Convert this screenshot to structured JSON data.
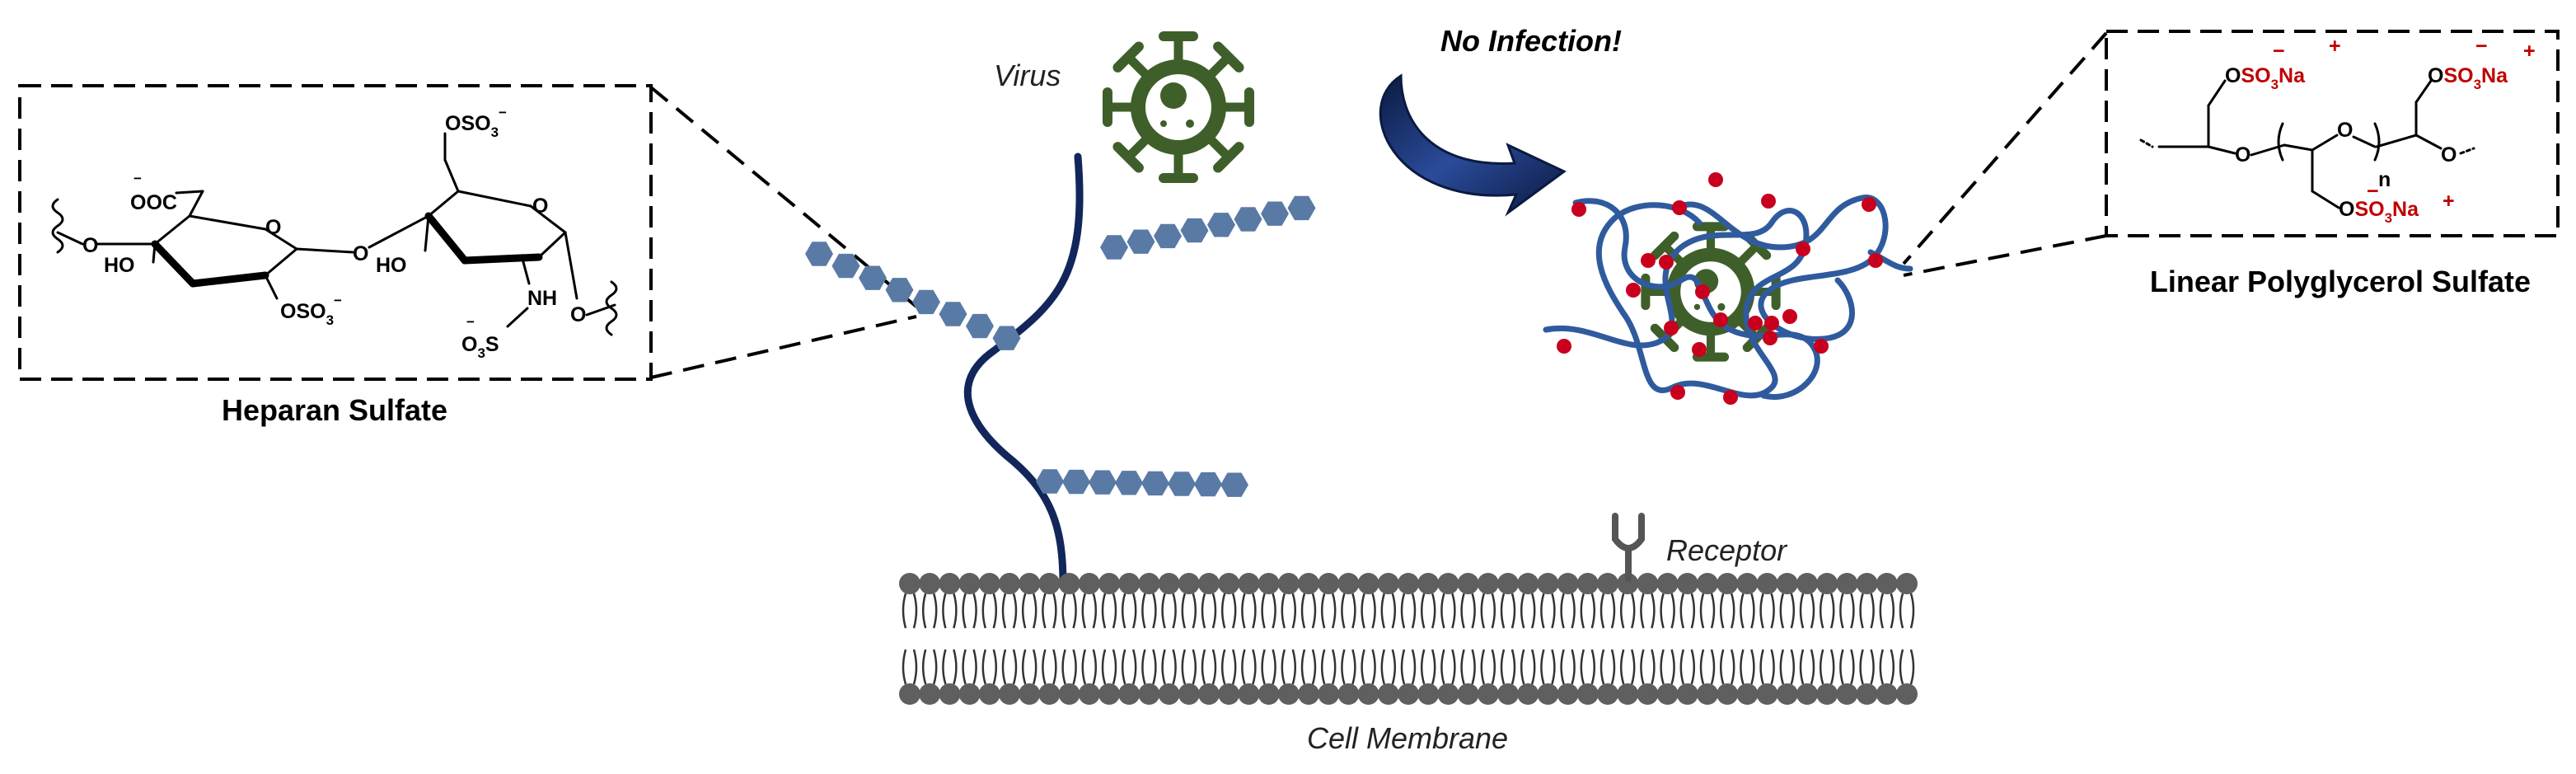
{
  "heparan_box": {
    "caption": "Heparan Sulfate",
    "labels": {
      "ooc": "OOC",
      "ooc_charge": "−",
      "ring_o_left": "O",
      "ring_o_right": "O",
      "ho_left": "HO",
      "ho_right": "HO",
      "oso3_bottom": "OSO",
      "oso3_top": "OSO",
      "nh": "NH",
      "o3s": "O",
      "o3s_s": "S",
      "link_o_left": "O",
      "link_o_mid": "O",
      "link_o_right": "O",
      "sub3": "3",
      "minus": "−"
    }
  },
  "polyglycerol_box": {
    "caption": "Linear Polyglycerol Sulfate",
    "labels": {
      "o": "O",
      "so3na": "SO",
      "na": "Na",
      "sub3": "3",
      "n": "n",
      "minus": "−",
      "plus": "+"
    }
  },
  "diagram": {
    "virus_label": "Virus",
    "no_infection_label": "No Infection!",
    "receptor_label": "Receptor",
    "membrane_label": "Cell Membrane"
  },
  "colors": {
    "virus": "#3f5f2a",
    "polymer": "#2f5b9e",
    "sulfate_dot": "#c8001e",
    "heparan_chain": "#5a7aa6",
    "strand": "#12265c",
    "lipid_head": "#5f5f5f",
    "arrow": "#12265c"
  }
}
